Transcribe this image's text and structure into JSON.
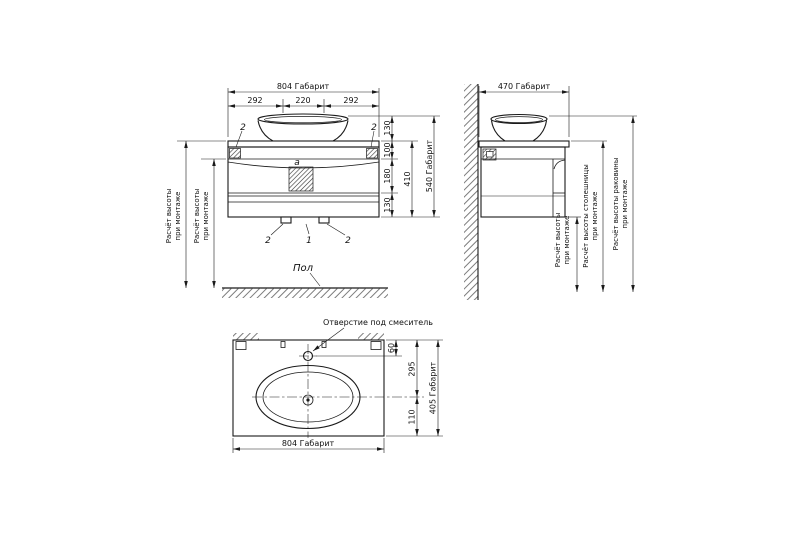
{
  "front": {
    "dim_total_width": "804 Габарит",
    "dim_seg_left": "292",
    "dim_seg_center": "220",
    "dim_seg_right": "292",
    "dim_sink_height": "130",
    "dim_top_section": "100",
    "dim_drawer1": "180",
    "dim_drawer2": "130",
    "dim_cabinet_height": "410",
    "dim_total_height": "540 Габарит",
    "marker_bracket_left": "2",
    "marker_bracket_right": "2",
    "marker_detail": "a",
    "marker_foot_left": "2",
    "marker_center": "1",
    "marker_foot_right": "2",
    "floor_label": "Пол",
    "calc_note_line1": "Расчёт высоты",
    "calc_note_line2": "при монтаже"
  },
  "side": {
    "dim_total_depth": "470 Габарит",
    "calc_height_line1": "Расчёт высоты",
    "calc_height_line2": "при монтаже",
    "calc_countertop_line1": "Расчёт высоты столешницы",
    "calc_countertop_line2": "при монтаже",
    "calc_sink_line1": "Расчёт высоты раковины",
    "calc_sink_line2": "при монтаже"
  },
  "top": {
    "faucet_hole_note": "Отверстие под смеситель",
    "dim_faucet_offset": "60",
    "dim_back_to_center": "295",
    "dim_center_to_front": "110",
    "dim_total_depth": "405 Габарит",
    "dim_total_width": "804 Габарит"
  },
  "colors": {
    "line": "#1a1a1a",
    "background": "#ffffff"
  }
}
